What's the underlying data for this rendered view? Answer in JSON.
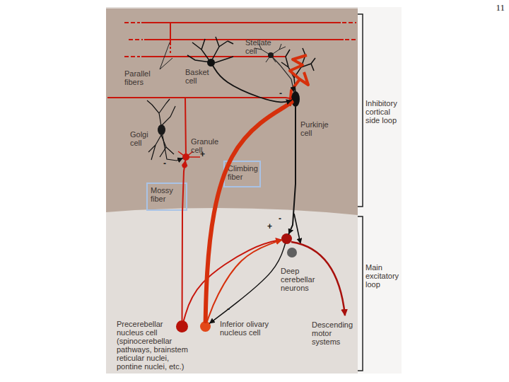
{
  "diagram": {
    "nodes": [
      {
        "text": [
          "Stellate cell"
        ]
      },
      {
        "text": [
          "Basket cell"
        ]
      },
      {
        "text": [
          "Purkinje cell"
        ]
      },
      {
        "text": [
          "Golgi cell"
        ]
      },
      {
        "text": [
          "Granule cell"
        ]
      },
      {
        "text": [
          "Climbing fiber"
        ]
      },
      {
        "text": [
          "Mossy fiber"
        ]
      },
      {
        "text": [
          "Deep cerebellar neurons"
        ]
      },
      {
        "text": [
          "Precerebellar nucleus cell (spinocerebellar pathways, brainstem reticular nuclei, pontine nuclei, etc.)"
        ]
      },
      {
        "text": [
          "Inferior olivary nucleus cell"
        ]
      }
    ],
    "edges": [
      {
        "from": 8,
        "to": 4,
        "arrow": "to"
      },
      {
        "from": 8,
        "to": 7,
        "arrow": "to"
      },
      {
        "from": 9,
        "to": 2,
        "arrow": "none"
      },
      {
        "from": 9,
        "to": 7,
        "arrow": "to"
      },
      {
        "from": 2,
        "to": 7,
        "arrow": "to"
      },
      {
        "from": 7,
        "to": 9,
        "arrow": "to"
      },
      {
        "from": 4,
        "to": 2,
        "arrow": "none"
      },
      {
        "from": 1,
        "to": 2,
        "arrow": "to"
      },
      {
        "from": 0,
        "to": 2,
        "arrow": "to"
      },
      {
        "from": 3,
        "to": 4,
        "arrow": "to"
      }
    ],
    "labels": [
      "11",
      "Parallel fibers",
      "-",
      "+",
      "-",
      "-",
      "+",
      "-",
      "Inhibitory cortical side loop",
      "Main excitatory loop",
      "Descending motor systems"
    ]
  }
}
